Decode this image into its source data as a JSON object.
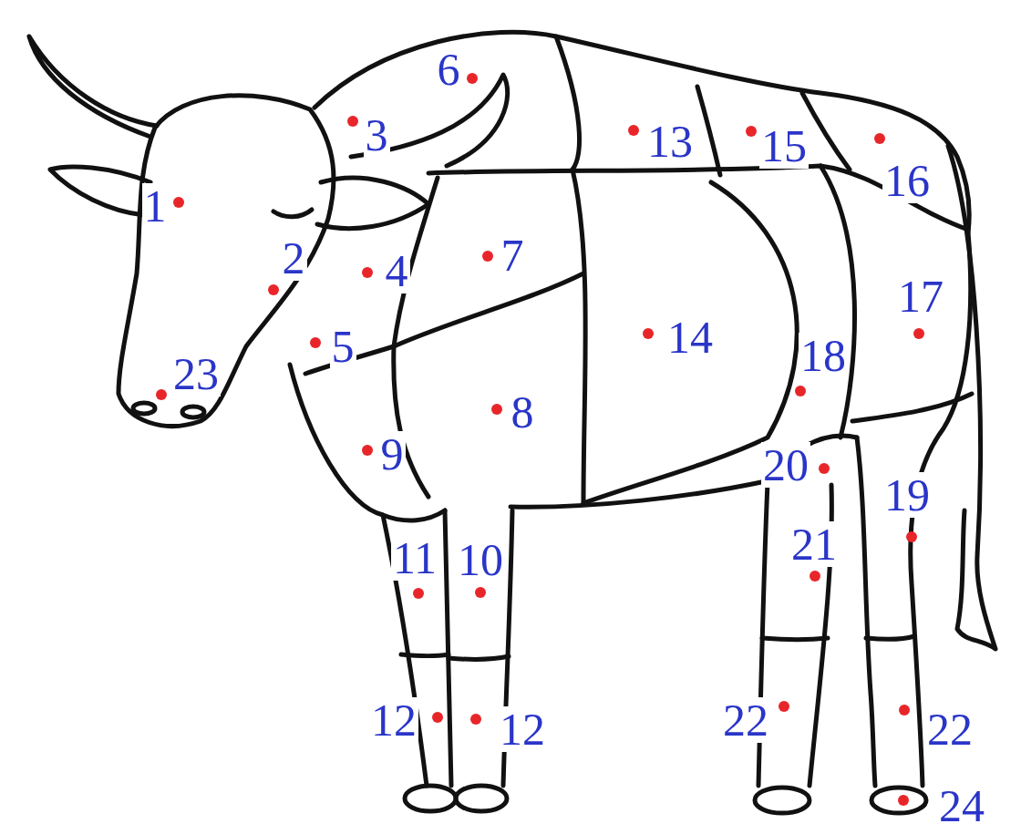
{
  "diagram": {
    "labels": [
      "1",
      "2",
      "3",
      "4",
      "5",
      "6",
      "7",
      "8",
      "9",
      "10",
      "11",
      "12",
      "12",
      "13",
      "14",
      "15",
      "16",
      "17",
      "18",
      "19",
      "20",
      "21",
      "22",
      "22",
      "23",
      "24"
    ]
  }
}
